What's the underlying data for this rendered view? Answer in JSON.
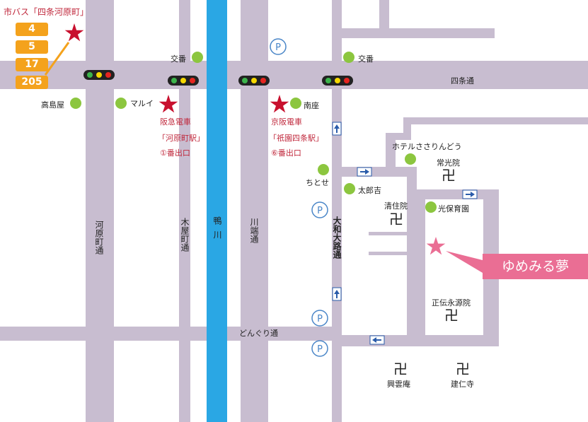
{
  "bus": {
    "label": "市バス「四条河原町」",
    "routes": [
      "4",
      "5",
      "17",
      "205"
    ]
  },
  "streets": {
    "shijo": "四条通",
    "kawaramachi": "河原町通",
    "kiyamachi": "木屋町通",
    "kamogawa": "鴨川",
    "kawabata": "川端通",
    "yamatooji": "大和大路通",
    "dongurido": "どんぐり通"
  },
  "landmarks": {
    "koban_left": "交番",
    "koban_right": "交番",
    "takashimaya": "高島屋",
    "marui": "マルイ",
    "minamiza": "南座",
    "hotel": "ホテルささりんどう",
    "chitose": "ちとせ",
    "tarokichi": "太郎吉",
    "hikari_hoikuen": "光保育園"
  },
  "stations": {
    "hankyu": [
      "阪急電車",
      "「河原町駅」",
      "①番出口"
    ],
    "keihan": [
      "京阪電車",
      "「祇園四条駅」",
      "⑥番出口"
    ]
  },
  "temples": {
    "joko_in": "常光院",
    "seiju_in": "清住院",
    "shoden_eigen_in": "正伝永源院",
    "kounan": "興雲庵",
    "kenninji": "建仁寺",
    "symbol": "卍"
  },
  "destination": "ゆめみる夢",
  "parking_symbol": "P",
  "colors": {
    "road": "#c8bdd0",
    "river": "#2aa7e4",
    "star": "#c8102e",
    "bus_route": "#f4a21c",
    "landmark_dot": "#8cc63f",
    "destination": "#ea6e94",
    "parking": "#4a86c8",
    "one_way": "#2a5caa"
  }
}
